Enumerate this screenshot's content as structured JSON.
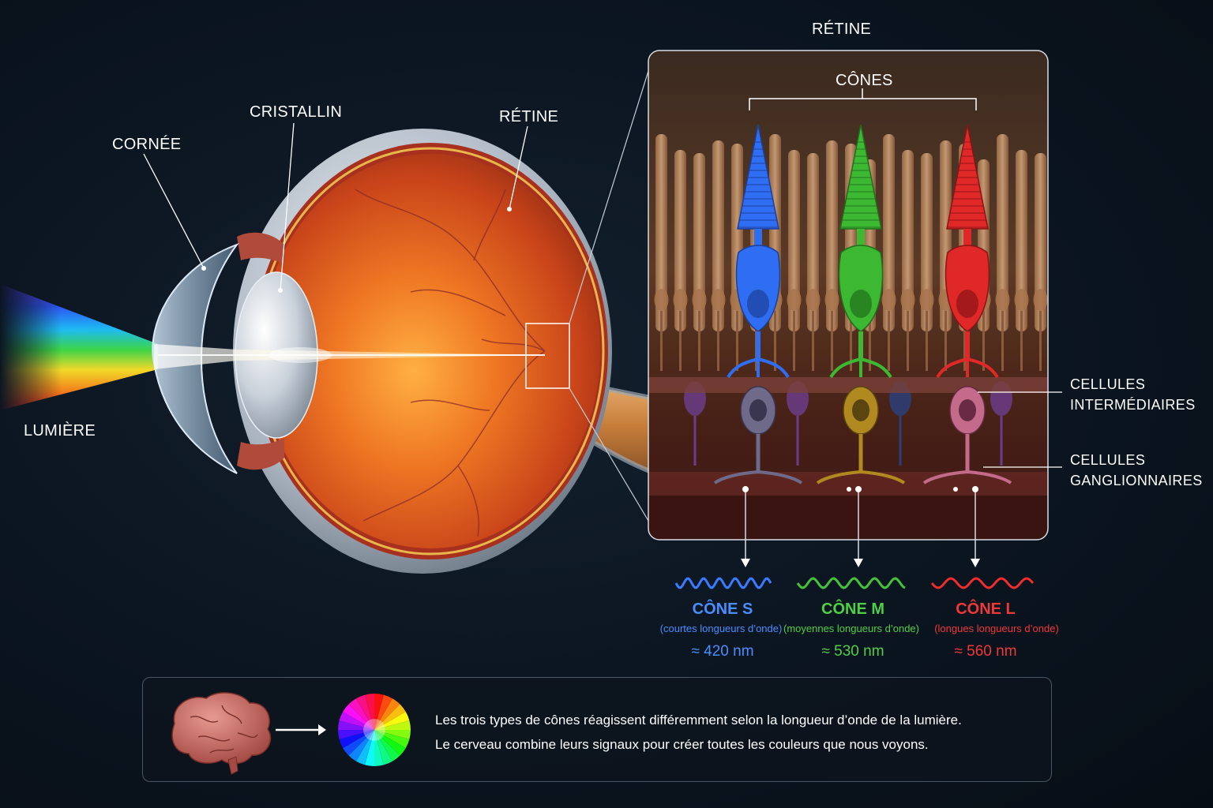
{
  "labels": {
    "cornea": "CORNÉE",
    "lens": "CRISTALLIN",
    "retina": "RÉTINE",
    "light": "LUMIÈRE",
    "retina_inset_title": "RÉTINE",
    "cones": "CÔNES",
    "intermediate_cells_line1": "CELLULES",
    "intermediate_cells_line2": "INTERMÉDIAIRES",
    "ganglion_cells_line1": "CELLULES",
    "ganglion_cells_line2": "GANGLIONNAIRES"
  },
  "cone_types": [
    {
      "name": "CÔNE S",
      "description": "(courtes longueurs d’onde)",
      "wavelength": "≈ 420 nm",
      "color": "#3a7bff"
    },
    {
      "name": "CÔNE M",
      "description": "(moyennes longueurs d’onde)",
      "wavelength": "≈ 530 nm",
      "color": "#44c23c"
    },
    {
      "name": "CÔNE L",
      "description": "(longues longueurs d’onde)",
      "wavelength": "≈ 560 nm",
      "color": "#ee2d2d"
    }
  ],
  "info": {
    "line1": "Les trois types de cônes réagissent différemment selon la longueur d’onde de la lumière.",
    "line2": "Le cerveau combine leurs signaux pour créer toutes les couleurs que nous voyons."
  },
  "icons": [
    "brain-icon",
    "arrow-right-icon",
    "color-wheel-icon"
  ],
  "colors": {
    "background": "#0b1520",
    "eye_interior": "#d4521c",
    "s_cone": "#3a7bff",
    "m_cone": "#44c23c",
    "l_cone": "#ee2d2d"
  }
}
